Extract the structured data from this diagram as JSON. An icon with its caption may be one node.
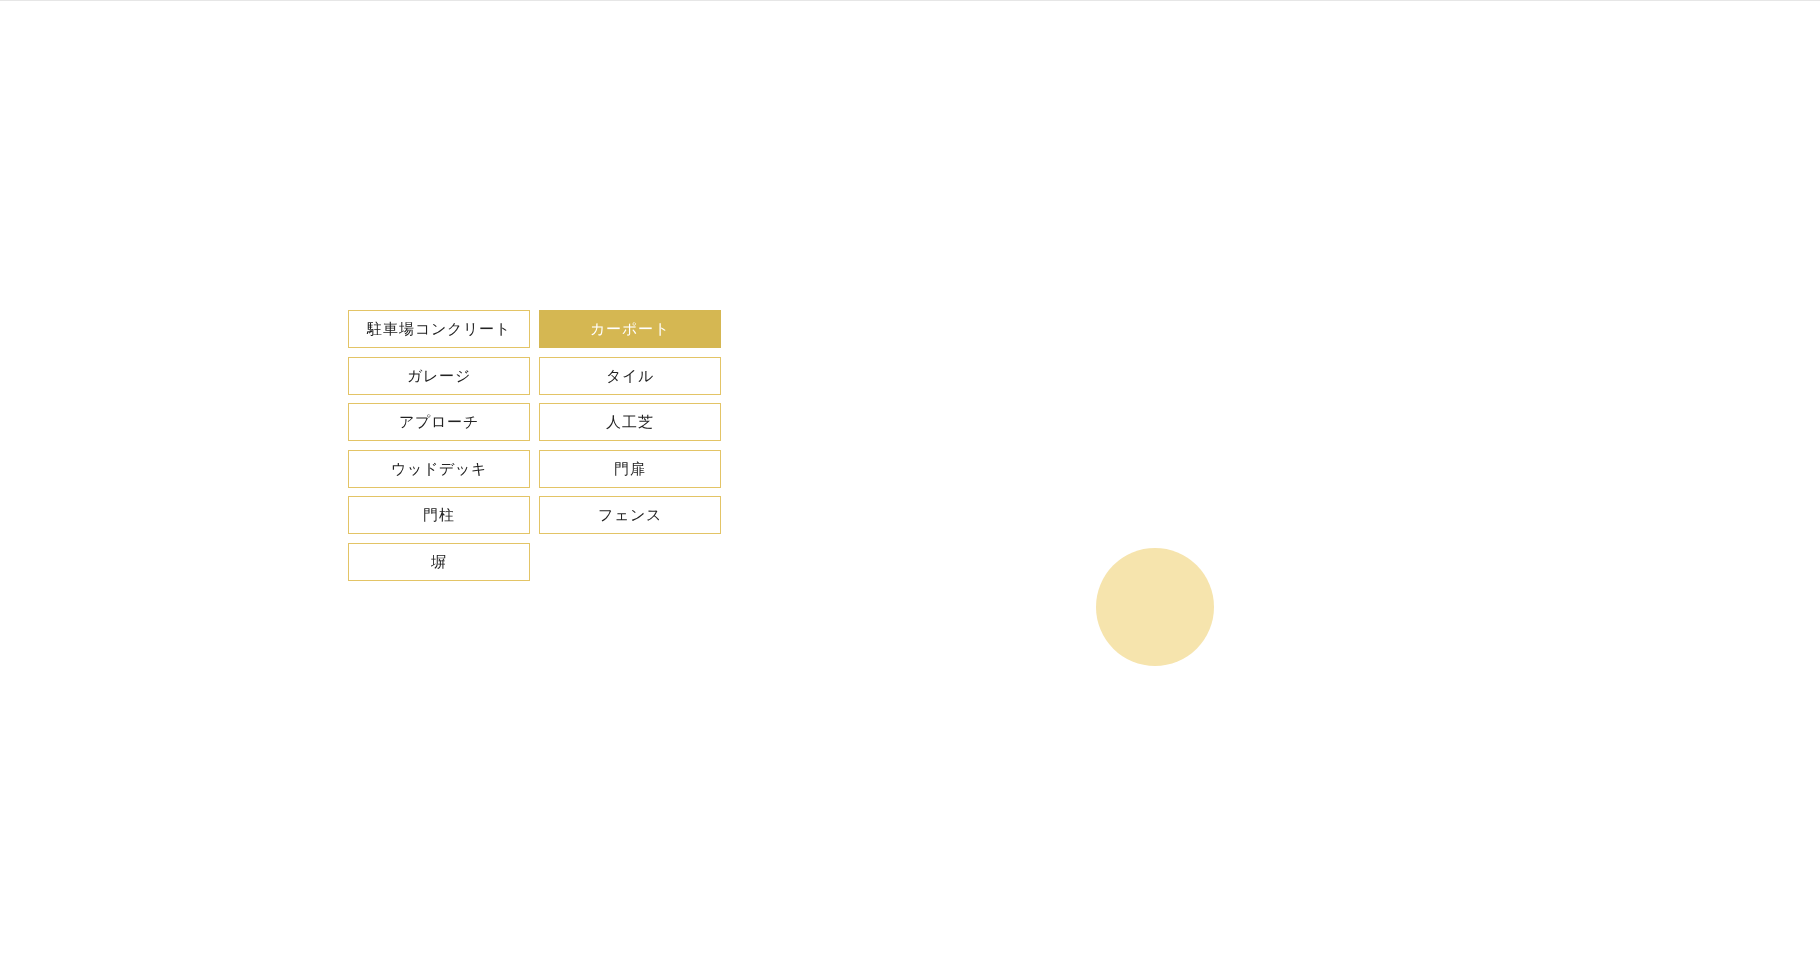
{
  "diagram": {
    "nodes": [
      {
        "text": [
          "駐車場コンクリート"
        ]
      },
      {
        "text": [
          "カーポート"
        ]
      },
      {
        "text": [
          "ガレージ"
        ]
      },
      {
        "text": [
          "タイル"
        ]
      },
      {
        "text": [
          "アプローチ"
        ]
      },
      {
        "text": [
          "人工芝"
        ]
      },
      {
        "text": [
          "ウッドデッキ"
        ]
      },
      {
        "text": [
          "門扉"
        ]
      },
      {
        "text": [
          "門柱"
        ]
      },
      {
        "text": [
          "フェンス"
        ]
      },
      {
        "text": [
          "塀"
        ]
      },
      {
        "text": [],
        "shape": "circle"
      }
    ]
  }
}
